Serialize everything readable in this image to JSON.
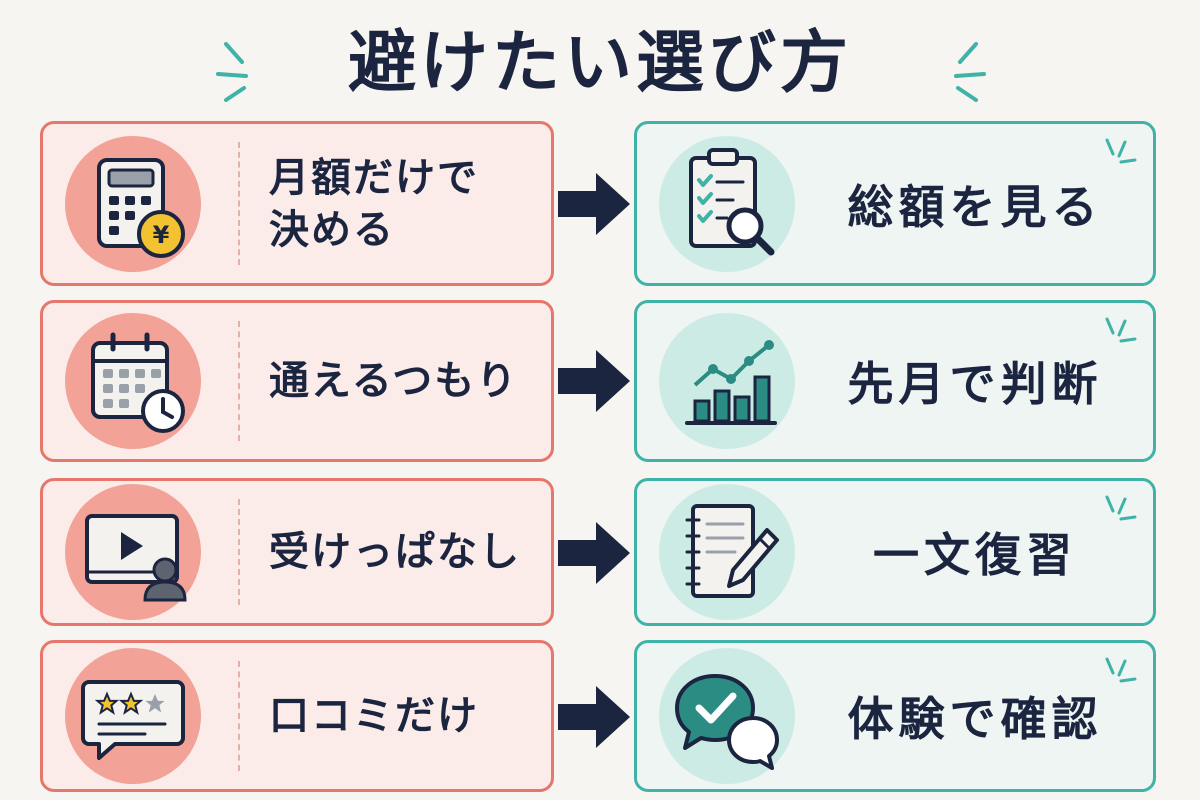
{
  "title": "避けたい選び方",
  "colors": {
    "bad_border": "#e5776c",
    "bad_fill": "#fbecea",
    "good_border": "#3fb3a8",
    "good_fill": "#eef5f3",
    "navy": "#1c2540"
  },
  "rows": [
    {
      "bad": {
        "label": "月額だけで\n決める",
        "icon": "calculator-yen-icon"
      },
      "good": {
        "label": "総額を見る",
        "icon": "clipboard-magnifier-icon"
      }
    },
    {
      "bad": {
        "label": "通えるつもり",
        "icon": "calendar-clock-icon"
      },
      "good": {
        "label": "先月で判断",
        "icon": "bar-chart-trend-icon"
      }
    },
    {
      "bad": {
        "label": "受けっぱなし",
        "icon": "video-lesson-icon"
      },
      "good": {
        "label": "一文復習",
        "icon": "notebook-pencil-icon"
      }
    },
    {
      "bad": {
        "label": "口コミだけ",
        "icon": "review-stars-icon"
      },
      "good": {
        "label": "体験で確認",
        "icon": "chat-check-icon"
      }
    }
  ]
}
